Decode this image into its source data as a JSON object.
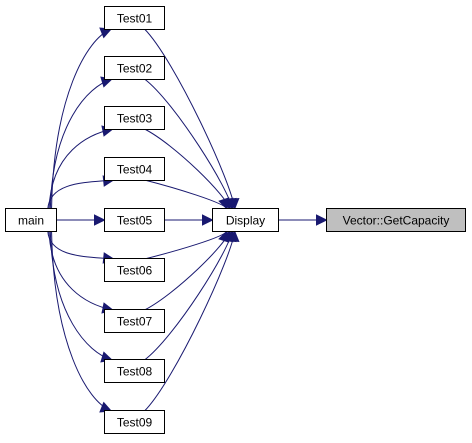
{
  "graph": {
    "target": "Vector::GetCapacity",
    "colors": {
      "edge": "#191970",
      "node_border": "#000000",
      "node_fill": "#ffffff",
      "highlight_fill": "#bfbfbf"
    },
    "nodes": {
      "main": "main",
      "test01": "Test01",
      "test02": "Test02",
      "test03": "Test03",
      "test04": "Test04",
      "test05": "Test05",
      "test06": "Test06",
      "test07": "Test07",
      "test08": "Test08",
      "test09": "Test09",
      "display": "Display",
      "getcapacity": "Vector::GetCapacity"
    },
    "edges": [
      {
        "from": "main",
        "to": "test01"
      },
      {
        "from": "main",
        "to": "test02"
      },
      {
        "from": "main",
        "to": "test03"
      },
      {
        "from": "main",
        "to": "test04"
      },
      {
        "from": "main",
        "to": "test05"
      },
      {
        "from": "main",
        "to": "test06"
      },
      {
        "from": "main",
        "to": "test07"
      },
      {
        "from": "main",
        "to": "test08"
      },
      {
        "from": "main",
        "to": "test09"
      },
      {
        "from": "test01",
        "to": "display"
      },
      {
        "from": "test02",
        "to": "display"
      },
      {
        "from": "test03",
        "to": "display"
      },
      {
        "from": "test04",
        "to": "display"
      },
      {
        "from": "test05",
        "to": "display"
      },
      {
        "from": "test06",
        "to": "display"
      },
      {
        "from": "test07",
        "to": "display"
      },
      {
        "from": "test08",
        "to": "display"
      },
      {
        "from": "test09",
        "to": "display"
      },
      {
        "from": "display",
        "to": "getcapacity"
      }
    ]
  }
}
